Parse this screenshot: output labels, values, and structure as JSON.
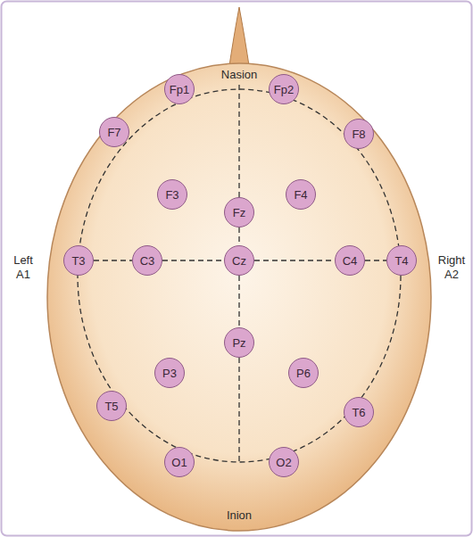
{
  "diagram": {
    "nodes": [
      {
        "text": [
          "Fp1"
        ]
      },
      {
        "text": [
          "Fp2"
        ]
      },
      {
        "text": [
          "F7"
        ]
      },
      {
        "text": [
          "F8"
        ]
      },
      {
        "text": [
          "F3"
        ]
      },
      {
        "text": [
          "Fz"
        ]
      },
      {
        "text": [
          "F4"
        ]
      },
      {
        "text": [
          "T3"
        ]
      },
      {
        "text": [
          "C3"
        ]
      },
      {
        "text": [
          "Cz"
        ]
      },
      {
        "text": [
          "C4"
        ]
      },
      {
        "text": [
          "T4"
        ]
      },
      {
        "text": [
          "Pz"
        ]
      },
      {
        "text": [
          "P3"
        ]
      },
      {
        "text": [
          "P6"
        ]
      },
      {
        "text": [
          "T5"
        ]
      },
      {
        "text": [
          "T6"
        ]
      },
      {
        "text": [
          "O1"
        ]
      },
      {
        "text": [
          "O2"
        ]
      }
    ],
    "edges": [
      {
        "from": 7,
        "to": 8,
        "arrow": "none"
      },
      {
        "from": 8,
        "to": 9,
        "arrow": "none"
      },
      {
        "from": 9,
        "to": 10,
        "arrow": "none"
      },
      {
        "from": 10,
        "to": 11,
        "arrow": "none"
      },
      {
        "from": 5,
        "to": 9,
        "arrow": "none"
      },
      {
        "from": 9,
        "to": 12,
        "arrow": "none"
      }
    ],
    "labels": [
      "Nasion",
      "Left A1",
      "Right A2",
      "Inion"
    ]
  }
}
